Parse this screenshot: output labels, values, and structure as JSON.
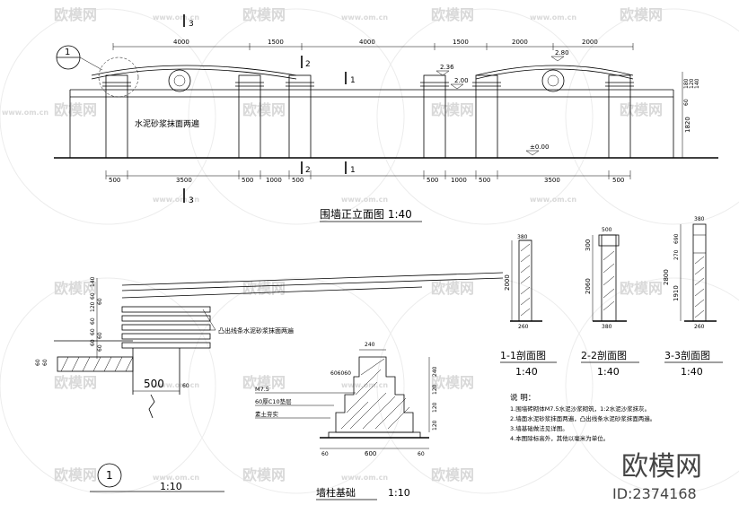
{
  "watermark": {
    "brand": "欧模网",
    "site": "www.om.cn",
    "id": "ID:2374168"
  },
  "elevation": {
    "title": "围墙正立面图  1:40",
    "top_dims": [
      "4000",
      "1500",
      "4000",
      "1500",
      "2000",
      "2000"
    ],
    "bottom_dims": [
      "500",
      "3500",
      "500",
      "1000",
      "500",
      "500",
      "1000",
      "500",
      "3500",
      "500"
    ],
    "right_dims": [
      "180",
      "120",
      "140",
      "60",
      "1820"
    ],
    "levels": [
      "2.36",
      "2.00",
      "2.80",
      "±0.00"
    ],
    "note": "水泥砂浆抹面两遍",
    "cut_marks": [
      "1",
      "1",
      "2",
      "2",
      "3",
      "3"
    ],
    "detail_no": "1"
  },
  "sections": [
    {
      "title": "1-1剖面图",
      "scale": "1:40",
      "dims_v": [
        "2000"
      ],
      "dims_top": "380",
      "dims_bottom": "260"
    },
    {
      "title": "2-2剖面图",
      "scale": "1:40",
      "dims_v": [
        "300",
        "2060"
      ],
      "dims_top": "500",
      "dims_bottom": "380"
    },
    {
      "title": "3-3剖面图",
      "scale": "1:40",
      "dims_v": [
        "690",
        "270",
        "2800",
        "1910"
      ],
      "dims_top": "380",
      "dims_bottom": "260"
    }
  ],
  "detail1": {
    "no": "1",
    "scale": "1:10",
    "dims_v": [
      "140",
      "60",
      "120",
      "60",
      "60",
      "60",
      "60",
      "60",
      "60"
    ],
    "dims_left": [
      "60",
      "60"
    ],
    "width": "500",
    "note": "凸出线条水泥砂浆抹面两遍",
    "side": "60"
  },
  "foundation": {
    "title": "墙柱基础",
    "scale": "1:10",
    "top_w": "240",
    "steps": "606060",
    "labels": [
      "M7.5",
      "60厚C10垫层",
      "素土夯实"
    ],
    "dims_v": [
      "240",
      "120",
      "120",
      "120"
    ],
    "bottom": [
      "60",
      "600",
      "60"
    ]
  },
  "notes": {
    "heading": "说  明：",
    "items": [
      "1.围墙砖砌体M7.5水泥沙浆砌筑，1:2水泥沙浆抹灰。",
      "2.墙面水泥砂浆抹面两遍，凸出线条水泥砂浆抹面两遍。",
      "3.墙基础做法见详图。",
      "4.本图除标高外，其他以毫米为单位。"
    ]
  }
}
